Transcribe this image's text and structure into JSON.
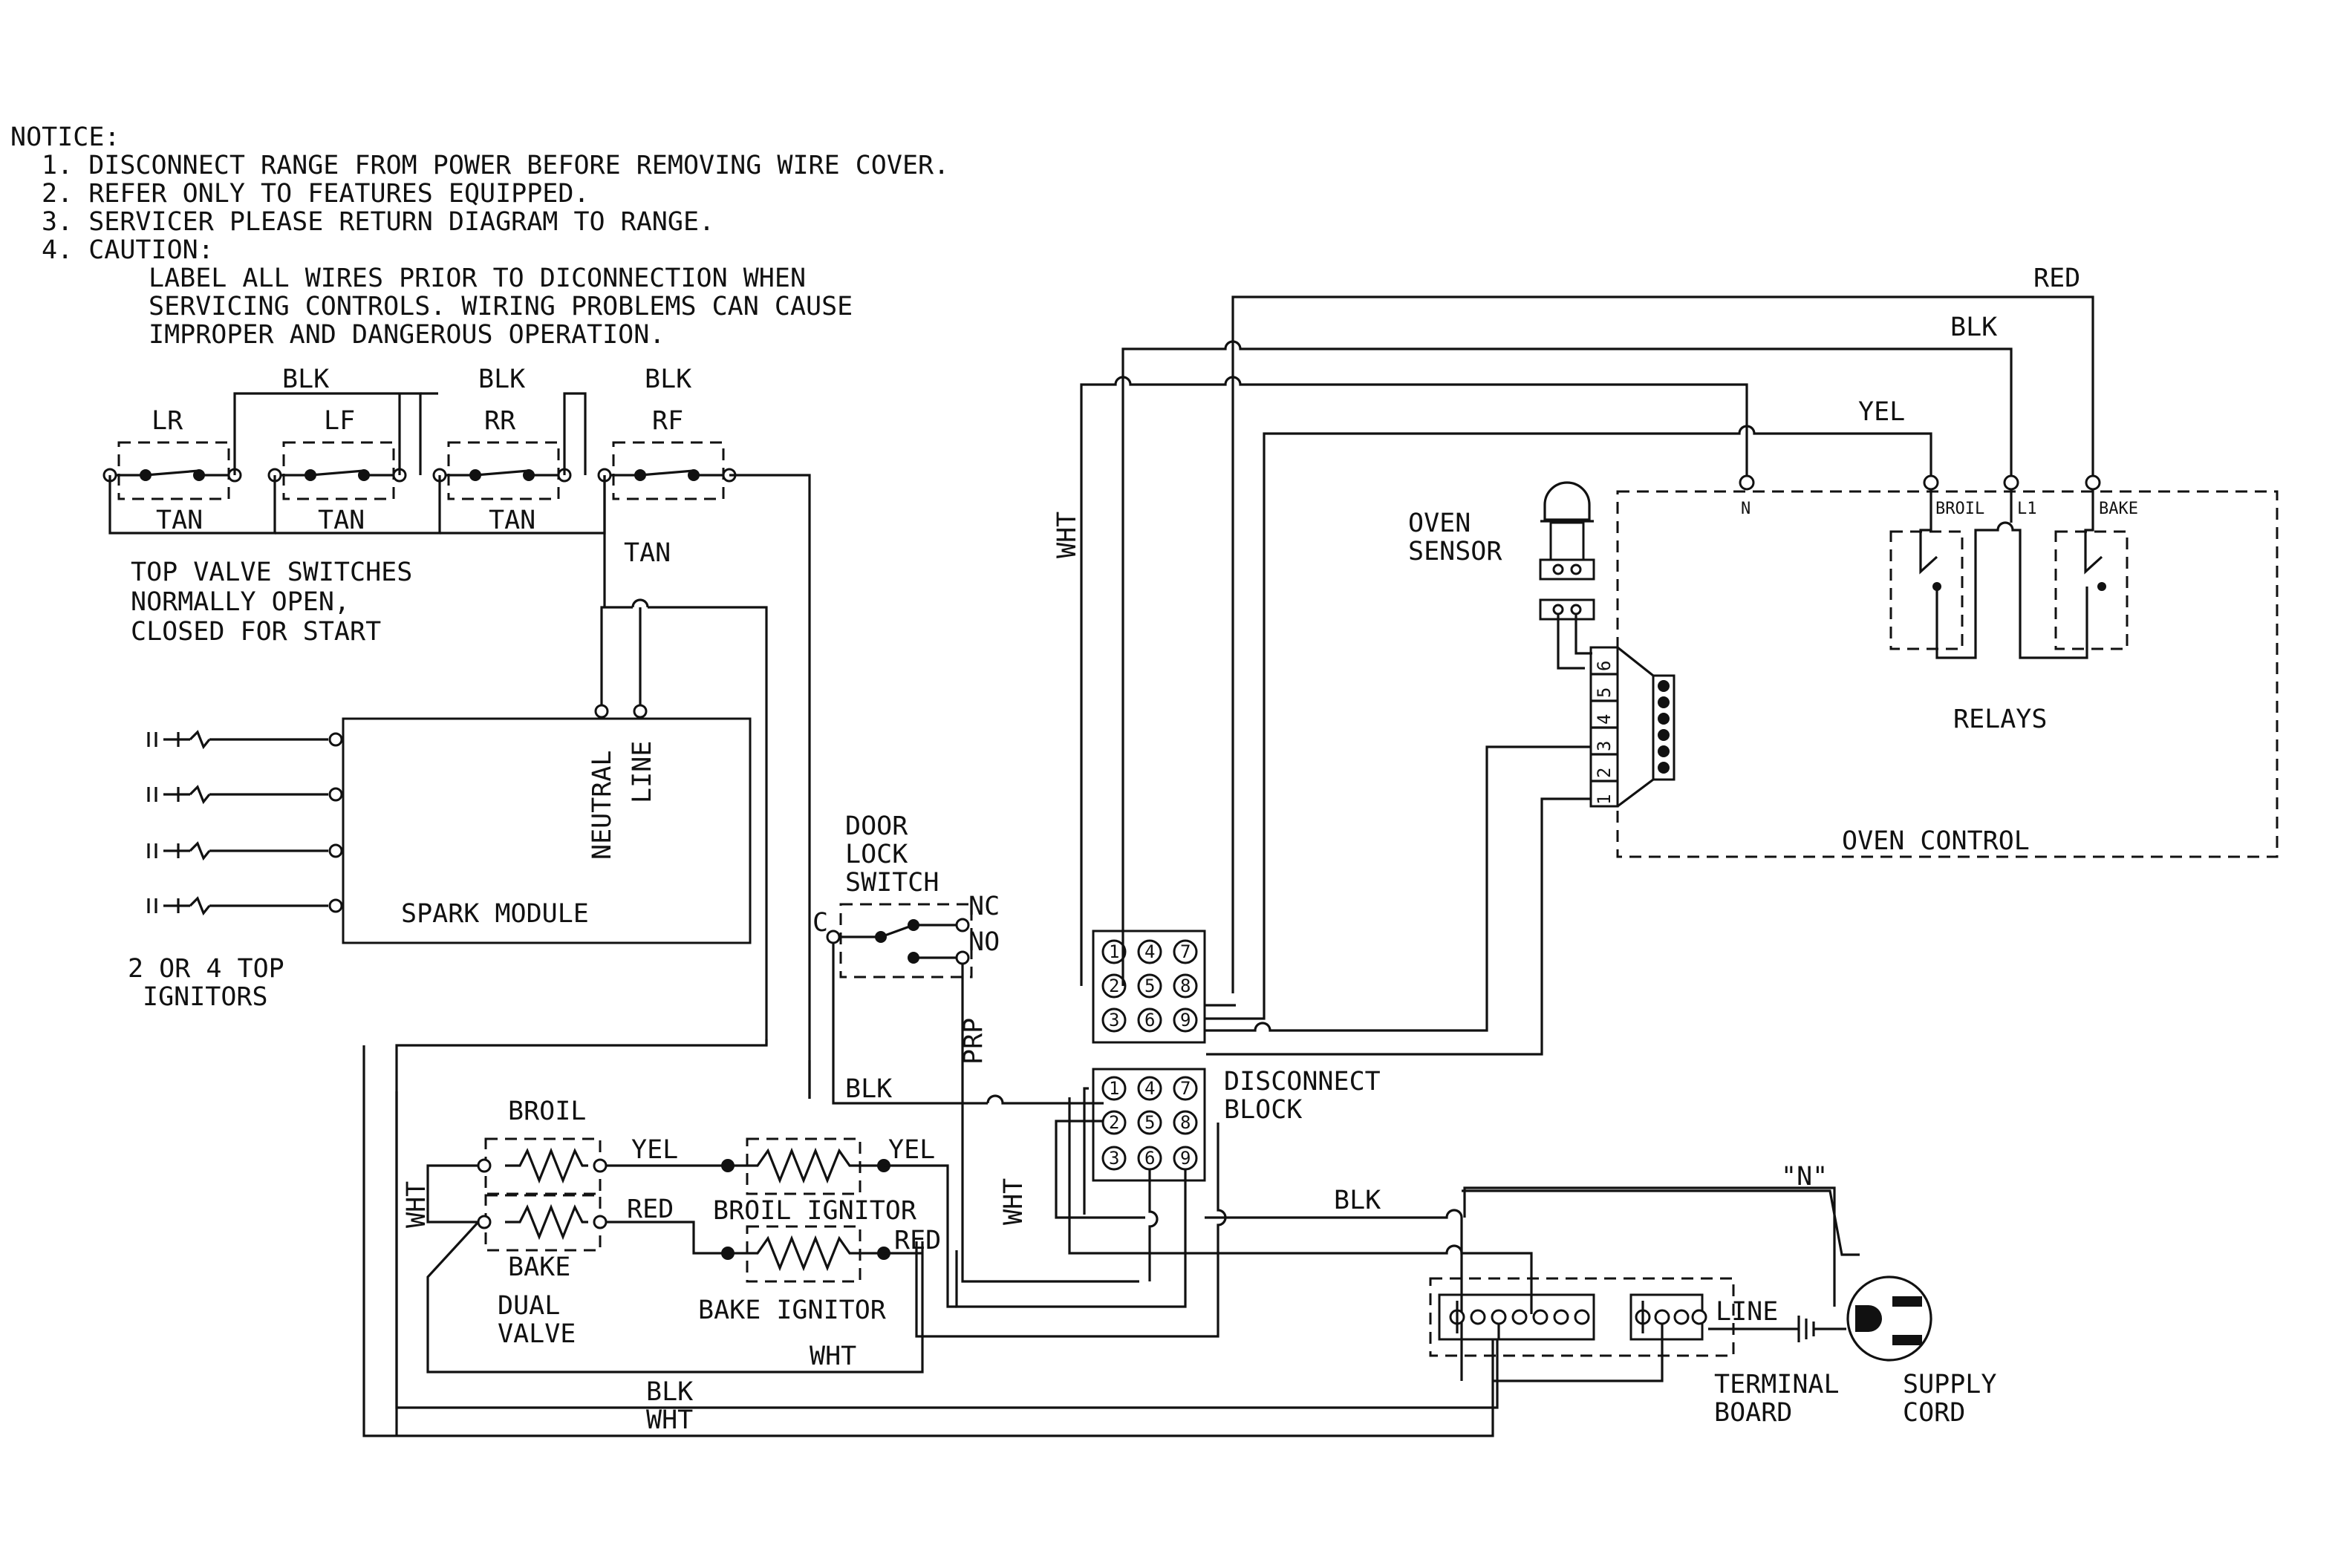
{
  "notice": {
    "title": "NOTICE:",
    "items": [
      "1. DISCONNECT RANGE FROM POWER BEFORE REMOVING WIRE COVER.",
      "2. REFER ONLY TO FEATURES EQUIPPED.",
      "3. SERVICER PLEASE RETURN DIAGRAM TO RANGE.",
      "4. CAUTION:"
    ],
    "caution": [
      "LABEL ALL WIRES PRIOR TO DICONNECTION WHEN",
      "SERVICING CONTROLS. WIRING PROBLEMS CAN CAUSE",
      "IMPROPER AND DANGEROUS OPERATION."
    ]
  },
  "top_switches": {
    "names": [
      "LR",
      "LF",
      "RR",
      "RF"
    ],
    "wire_blk": "BLK",
    "wire_tan": "TAN",
    "caption": [
      "TOP VALVE SWITCHES",
      "NORMALLY OPEN,",
      "CLOSED FOR START"
    ]
  },
  "spark_module": {
    "label": "SPARK MODULE",
    "neutral": "NEUTRAL",
    "line": "LINE",
    "ignitors": [
      "2 OR 4 TOP",
      "IGNITORS"
    ]
  },
  "door_lock": {
    "title": [
      "DOOR",
      "LOCK",
      "SWITCH"
    ],
    "c": "C",
    "nc": "NC",
    "no": "NO",
    "wire": "PRP"
  },
  "disconnect_block": {
    "label": [
      "DISCONNECT",
      "BLOCK"
    ],
    "pins": [
      "1",
      "4",
      "7",
      "2",
      "5",
      "8",
      "3",
      "6",
      "9"
    ]
  },
  "oven_sensor": [
    "OVEN",
    "SENSOR"
  ],
  "oven_control": {
    "label": "OVEN CONTROL",
    "relays": "RELAYS",
    "terminals": {
      "n": "N",
      "broil": "BROIL",
      "l1": "L1",
      "bake": "BAKE"
    },
    "connector_pins": [
      "6",
      "5",
      "4",
      "3",
      "2",
      "1"
    ]
  },
  "wire_colors": {
    "red": "RED",
    "blk": "BLK",
    "yel": "YEL",
    "wht": "WHT"
  },
  "elements": {
    "broil": "BROIL",
    "bake": "BAKE",
    "dual_valve": [
      "DUAL",
      "VALVE"
    ],
    "broil_ignitor": "BROIL IGNITOR",
    "bake_ignitor": "BAKE IGNITOR"
  },
  "terminal_board": [
    "TERMINAL",
    "BOARD"
  ],
  "supply_cord": [
    "SUPPLY",
    "CORD"
  ],
  "neutral_marker": "\"N\"",
  "line_label": "LINE"
}
